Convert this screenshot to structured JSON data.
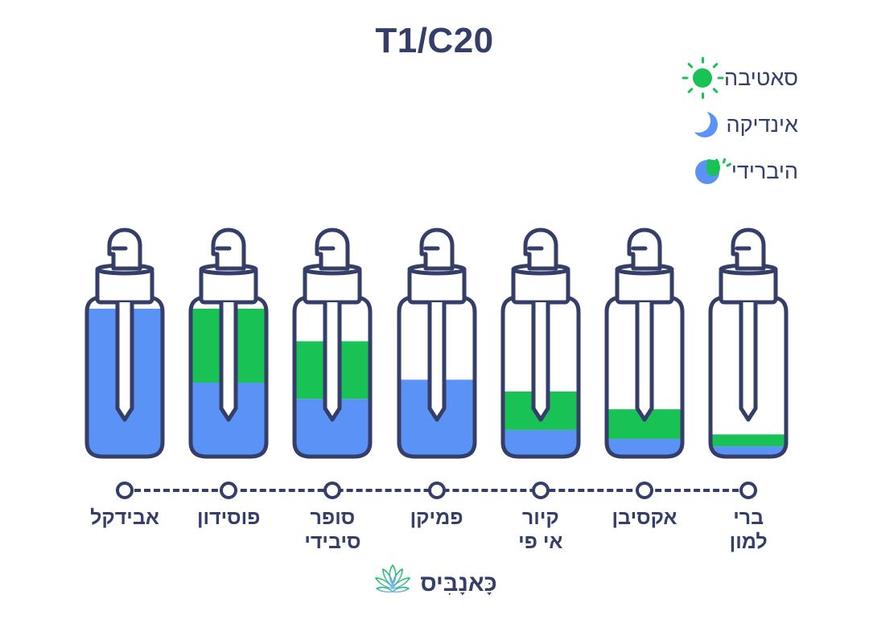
{
  "title": "T1/C20",
  "colors": {
    "navy": "#353E69",
    "sativa_green": "#18C254",
    "indica_blue": "#5B92F5",
    "background": "#FFFFFF"
  },
  "legend": {
    "items": [
      {
        "label": "סאטיבה",
        "icon": "sun-icon",
        "color": "#18C254"
      },
      {
        "label": "אינדיקה",
        "icon": "moon-icon",
        "color": "#5B92F5"
      },
      {
        "label": "היברידי",
        "icon": "sun-moon-hybrid-icon",
        "color": "#5B92F5"
      }
    ]
  },
  "chart_data": {
    "type": "bar",
    "title": "T1/C20",
    "xlabel": "",
    "ylabel": "",
    "ylim": [
      0,
      100
    ],
    "grid": false,
    "legend_position": "top-right",
    "stacked": true,
    "categories": [
      "אבידקל",
      "פוסידון",
      "סופר סיבידי",
      "פמיקן",
      "קיור אי פי",
      "אקסיבן",
      "ברי למון"
    ],
    "series": [
      {
        "name": "סאטיבה",
        "color": "#18C254",
        "values": [
          0,
          50,
          39,
          0,
          26,
          20,
          8
        ]
      },
      {
        "name": "אינדיקה",
        "color": "#5B92F5",
        "values": [
          100,
          50,
          39,
          52,
          18,
          12,
          7
        ]
      }
    ],
    "totals": [
      100,
      100,
      78,
      52,
      44,
      32,
      15
    ]
  },
  "bottles": [
    {
      "label_lines": [
        "אבידקל"
      ],
      "green_pct": 0,
      "blue_pct": 100
    },
    {
      "label_lines": [
        "פוסידון"
      ],
      "green_pct": 50,
      "blue_pct": 50
    },
    {
      "label_lines": [
        "סופר",
        "סיבידי"
      ],
      "green_pct": 39,
      "blue_pct": 39
    },
    {
      "label_lines": [
        "פמיקן"
      ],
      "green_pct": 0,
      "blue_pct": 52
    },
    {
      "label_lines": [
        "קיור",
        "אי פי"
      ],
      "green_pct": 26,
      "blue_pct": 18
    },
    {
      "label_lines": [
        "אקסיבן"
      ],
      "green_pct": 20,
      "blue_pct": 12
    },
    {
      "label_lines": [
        "ברי",
        "למון"
      ],
      "green_pct": 8,
      "blue_pct": 7
    }
  ],
  "footer": {
    "brand": "כָּאנָבִּיס",
    "leaf_icon": "cannabis-leaf-icon"
  }
}
